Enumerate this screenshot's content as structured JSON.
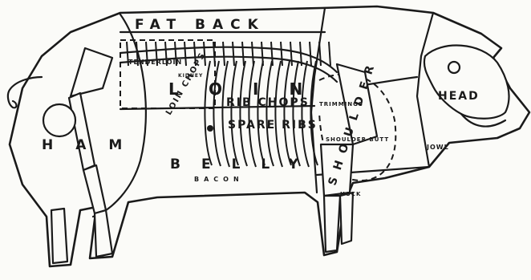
{
  "labels": {
    "fat_back": "FAT BACK",
    "loin": "LOIN",
    "ham": "HAM",
    "belly": "BELLY",
    "bacon": "BACON",
    "shoulder": "SHOULDER",
    "head": "HEAD",
    "jowl": "JOWL",
    "loin_chops": "LOIN CHOPS",
    "tenderloin": "TENDERLOIN",
    "kidney": "KIDNEY",
    "rib_chops": "RIB CHOPS",
    "spare_ribs": "SPARE RIBS",
    "trimmings": "TRIMMINGS",
    "shoulder_butt": "SHOULDER BUTT",
    "hock": "HOCK"
  }
}
